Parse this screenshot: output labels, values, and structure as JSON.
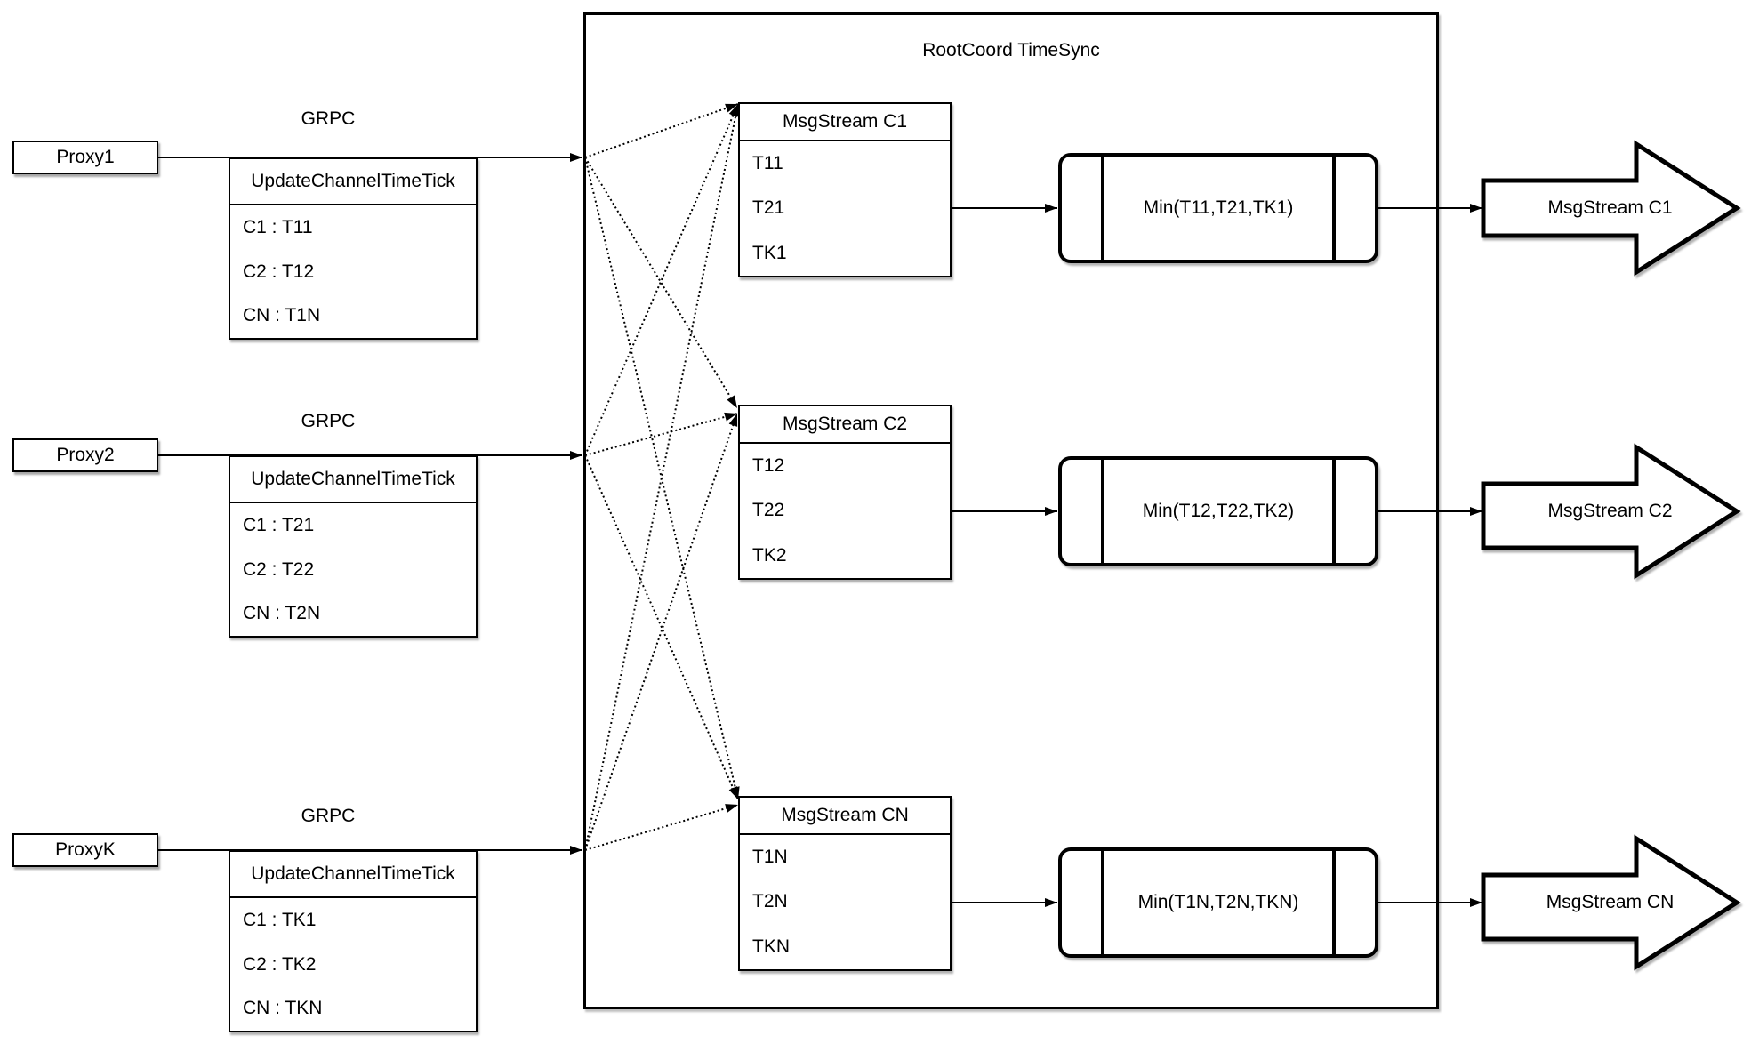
{
  "title": "RootCoord TimeSync",
  "colors": {
    "stroke": "#000000",
    "background": "#ffffff"
  },
  "rows": [
    {
      "proxy_label": "Proxy1",
      "grpc_label": "GRPC",
      "update": {
        "header": "UpdateChannelTimeTick",
        "cells": [
          "C1 : T11",
          "C2 : T12",
          "CN : T1N"
        ]
      },
      "stream": {
        "header": "MsgStream C1",
        "cells": [
          "T11",
          "T21",
          "TK1"
        ]
      },
      "min_label": "Min(T11,T21,TK1)",
      "output_label": "MsgStream C1"
    },
    {
      "proxy_label": "Proxy2",
      "grpc_label": "GRPC",
      "update": {
        "header": "UpdateChannelTimeTick",
        "cells": [
          "C1 : T21",
          "C2 : T22",
          "CN : T2N"
        ]
      },
      "stream": {
        "header": "MsgStream C2",
        "cells": [
          "T12",
          "T22",
          "TK2"
        ]
      },
      "min_label": "Min(T12,T22,TK2)",
      "output_label": "MsgStream C2"
    },
    {
      "proxy_label": "ProxyK",
      "grpc_label": "GRPC",
      "update": {
        "header": "UpdateChannelTimeTick",
        "cells": [
          "C1 : TK1",
          "C2 : TK2",
          "CN : TKN"
        ]
      },
      "stream": {
        "header": "MsgStream CN",
        "cells": [
          "T1N",
          "T2N",
          "TKN"
        ]
      },
      "min_label": "Min(T1N,T2N,TKN)",
      "output_label": "MsgStream CN"
    }
  ]
}
